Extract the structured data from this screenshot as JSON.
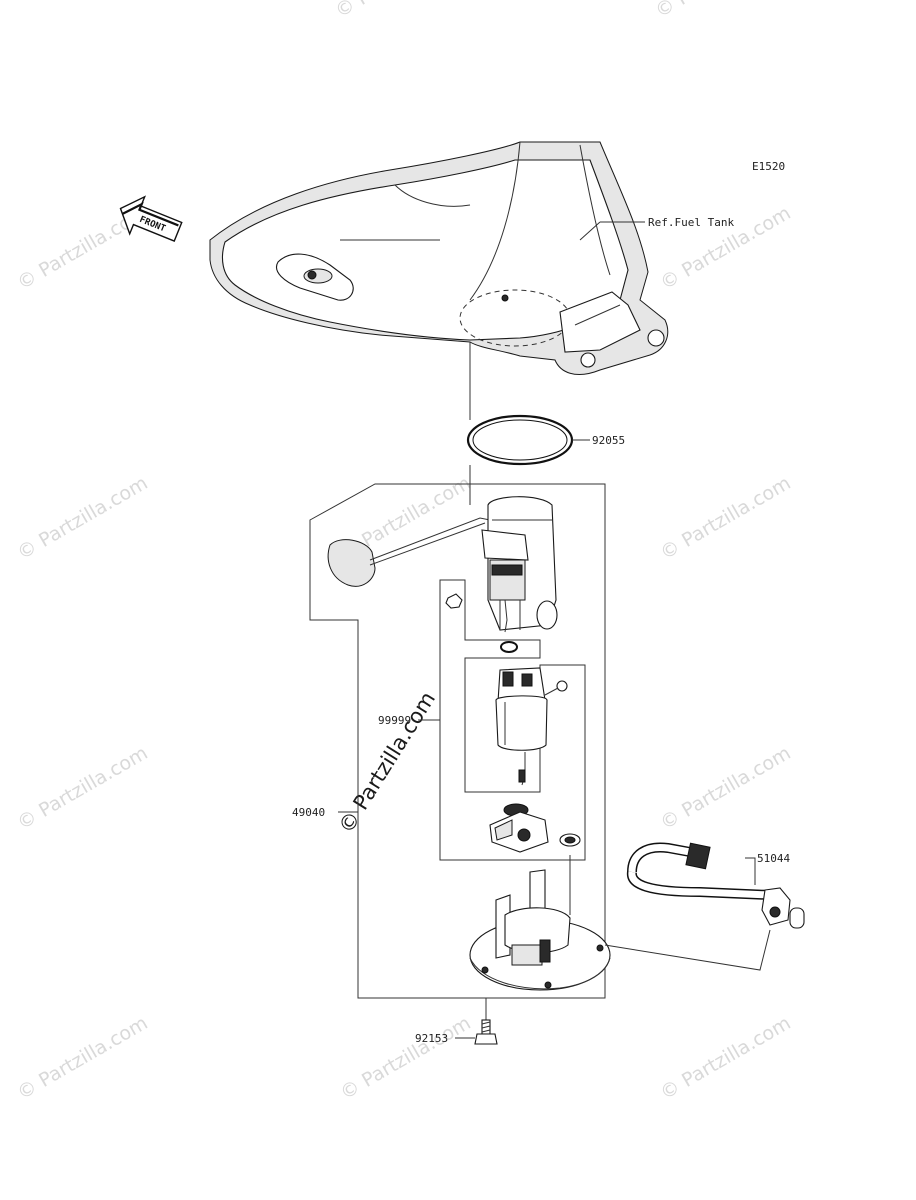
{
  "diagram": {
    "code": "E1520",
    "front_arrow_text": "FRONT",
    "reference_label": "Ref.Fuel Tank",
    "callouts": [
      {
        "id": "gasket",
        "number": "92055"
      },
      {
        "id": "pump-assy",
        "number": "99999"
      },
      {
        "id": "fuel-pump",
        "number": "49040"
      },
      {
        "id": "hose",
        "number": "51044"
      },
      {
        "id": "bolt",
        "number": "92153"
      }
    ]
  },
  "watermark": {
    "text": "© Partzilla.com",
    "center_text": "© Partzilla.com"
  },
  "colors": {
    "line": "#1a1a1a",
    "watermark": "#d9d9d9",
    "background": "#ffffff"
  }
}
